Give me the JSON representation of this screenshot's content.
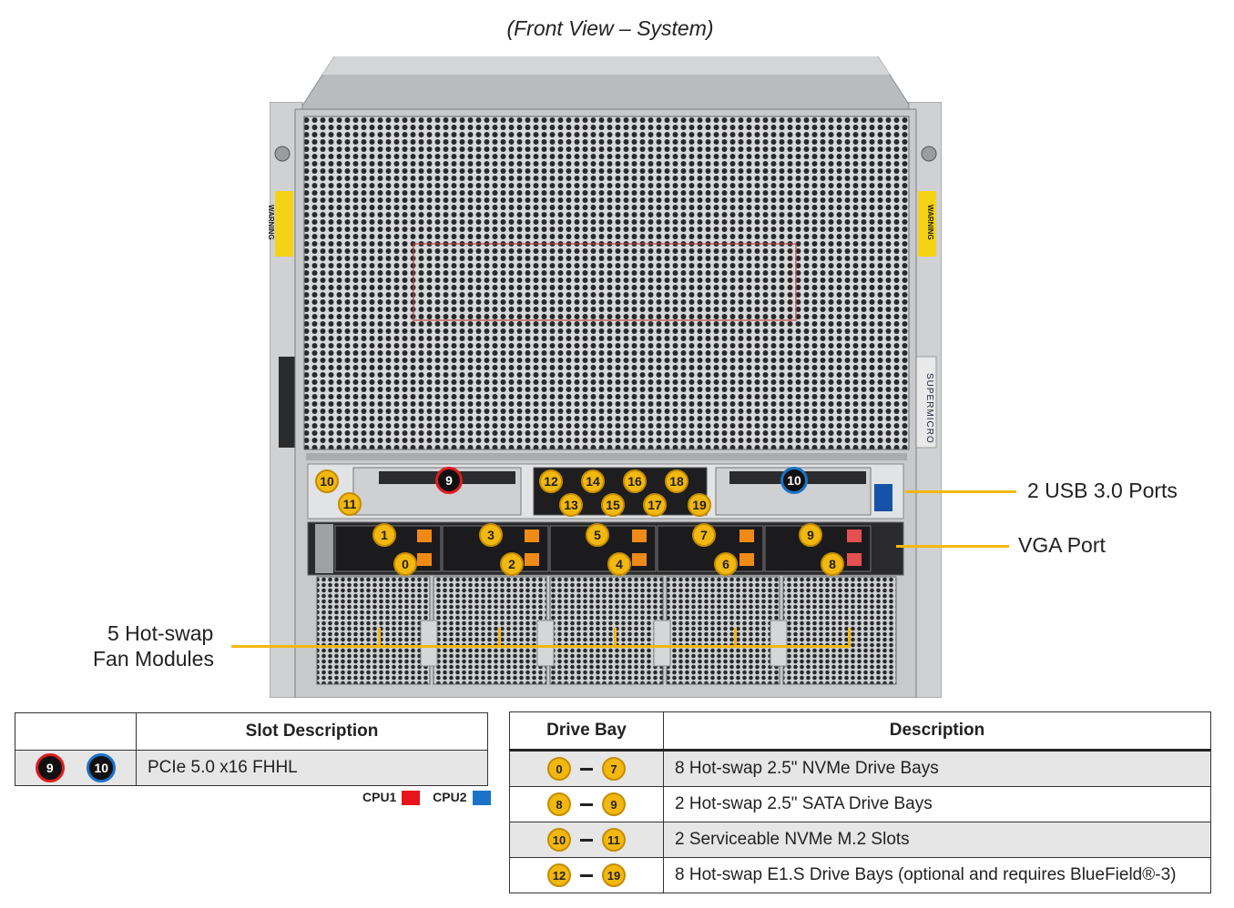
{
  "title": "(Front View – System)",
  "callouts": {
    "usb": "2 USB 3.0 Ports",
    "vga": "VGA Port",
    "fans_line1": "5 Hot-swap",
    "fans_line2": "Fan Modules"
  },
  "chassis_badges": {
    "pcie": [
      "9",
      "10"
    ],
    "m2": [
      "10",
      "11"
    ],
    "e1s_top": [
      "12",
      "14",
      "16",
      "18"
    ],
    "e1s_bottom": [
      "13",
      "15",
      "17",
      "19"
    ],
    "drives_top": [
      "1",
      "3",
      "5",
      "7",
      "9"
    ],
    "drives_bottom": [
      "0",
      "2",
      "4",
      "6",
      "8"
    ]
  },
  "side_labels": {
    "warning": "WARNING",
    "brand": "SUPERMICRO"
  },
  "slot_table": {
    "header": "Slot Description",
    "row": {
      "slot_a": "9",
      "slot_b": "10",
      "description": "PCIe 5.0 x16 FHHL"
    }
  },
  "legend": {
    "cpu1": "CPU1",
    "cpu2": "CPU2",
    "cpu1_color": "#e8141b",
    "cpu2_color": "#1a73c8"
  },
  "drive_table": {
    "headers": [
      "Drive Bay",
      "Description"
    ],
    "rows": [
      {
        "from": "0",
        "to": "7",
        "description": "8 Hot-swap 2.5\" NVMe Drive Bays"
      },
      {
        "from": "8",
        "to": "9",
        "description": "2 Hot-swap 2.5\" SATA Drive Bays"
      },
      {
        "from": "10",
        "to": "11",
        "description": "2 Serviceable NVMe M.2 Slots"
      },
      {
        "from": "12",
        "to": "19",
        "description": "8 Hot-swap E1.S Drive Bays (optional and requires BlueField®-3)"
      }
    ]
  }
}
